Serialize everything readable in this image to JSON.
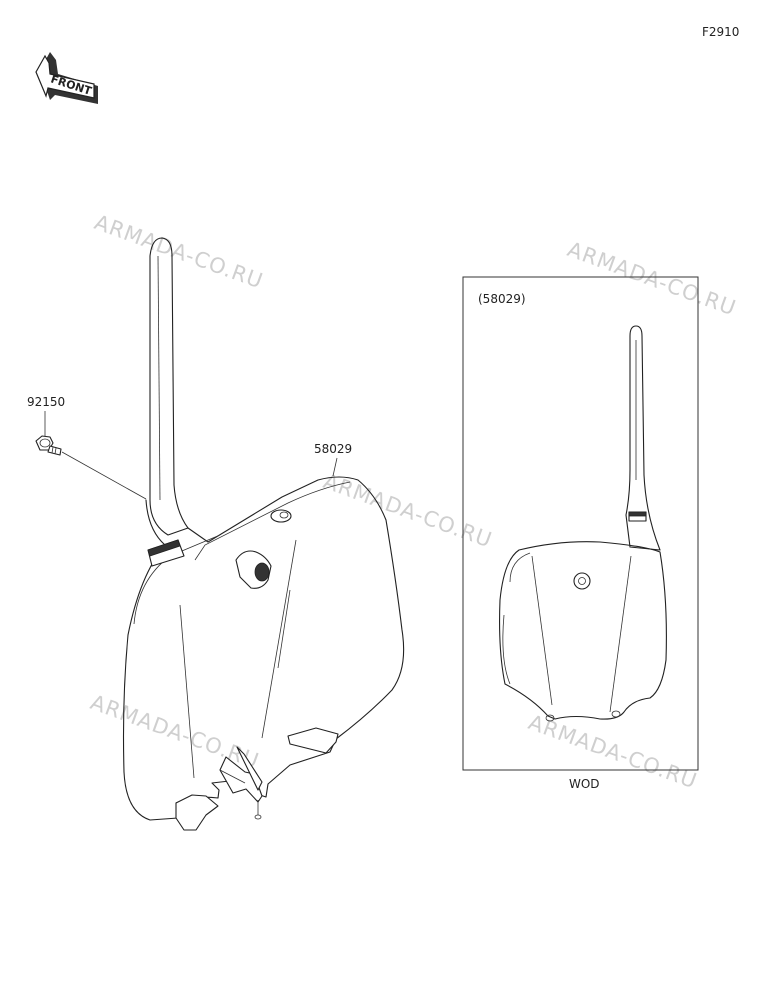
{
  "figure_code": "F2910",
  "front_label": "FRONT",
  "parts": {
    "bolt": "92150",
    "plate": "58029",
    "inset_ref": "(58029)",
    "inset_caption": "WOD"
  },
  "watermark": "ARMADA-CO.RU",
  "colors": {
    "line": "#222222",
    "watermark": "#cfcfcf",
    "background": "#ffffff"
  }
}
